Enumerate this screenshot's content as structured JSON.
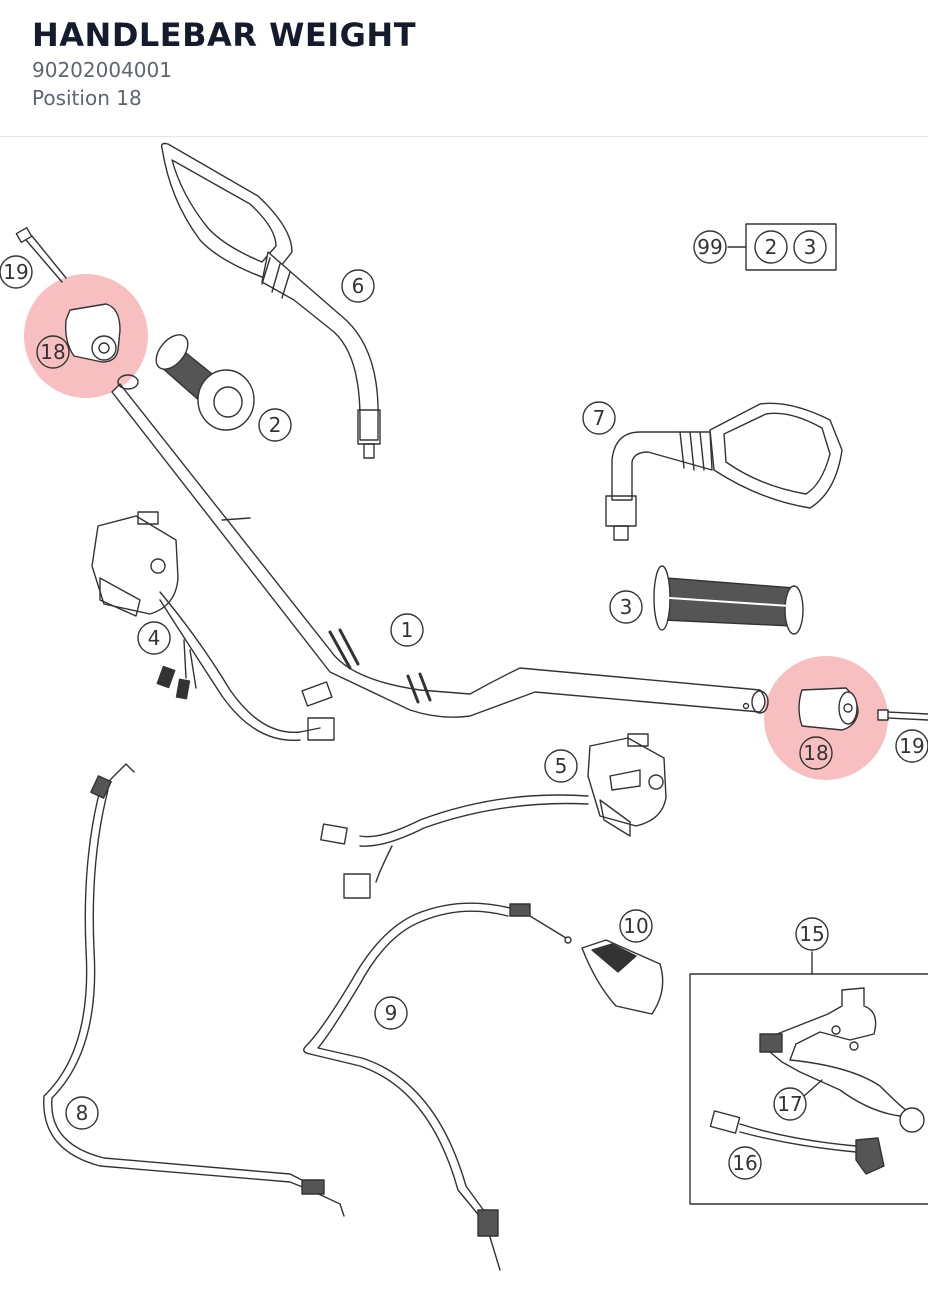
{
  "header": {
    "title": "HANDLEBAR WEIGHT",
    "part_number": "90202004001",
    "position": "Position 18"
  },
  "diagram": {
    "highlight_color": "#f08080",
    "callouts": {
      "c1": "1",
      "c2": "2",
      "c3": "3",
      "c4": "4",
      "c5": "5",
      "c6": "6",
      "c7": "7",
      "c8": "8",
      "c9": "9",
      "c10": "10",
      "c15": "15",
      "c16": "16",
      "c17": "17",
      "c18_left": "18",
      "c18_right": "18",
      "c19_left": "19",
      "c19_right": "19",
      "c99": "99",
      "c99_set_a": "2",
      "c99_set_b": "3"
    }
  }
}
